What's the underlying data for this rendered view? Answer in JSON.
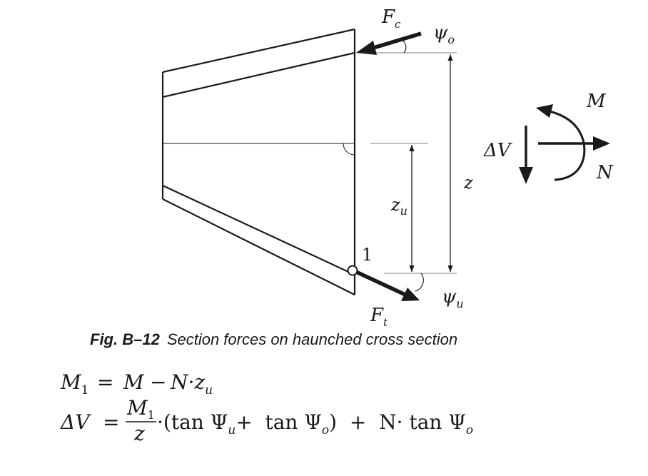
{
  "labels": {
    "Fc_main": "F",
    "Fc_sub": "c",
    "psi_o_main": "ψ",
    "psi_o_sub": "o",
    "M": "M",
    "dV": "ΔV",
    "N": "N",
    "z": "z",
    "zu_main": "z",
    "zu_sub": "u",
    "point1": "1",
    "psi_u_main": "ψ",
    "psi_u_sub": "u",
    "Ft_main": "F",
    "Ft_sub": "t"
  },
  "caption": {
    "number": "Fig. B–12",
    "text": "Section forces on haunched cross section"
  },
  "equations": {
    "eq1": {
      "lhs_main": "M",
      "lhs_sub": "1",
      "equals": "=",
      "m": "M",
      "minus": "−",
      "n": "N·z",
      "n_sub": "u"
    },
    "eq2": {
      "lhs": "ΔV",
      "equals": "=",
      "frac_num": "M",
      "frac_num_sub": "1",
      "frac_den": "z",
      "dot": "·(tan Ψ",
      "sub_u": "u",
      "plus1": "+  tan Ψ",
      "sub_o1": "o",
      "close": ")  +  N· tan Ψ",
      "sub_o2": "o"
    }
  }
}
